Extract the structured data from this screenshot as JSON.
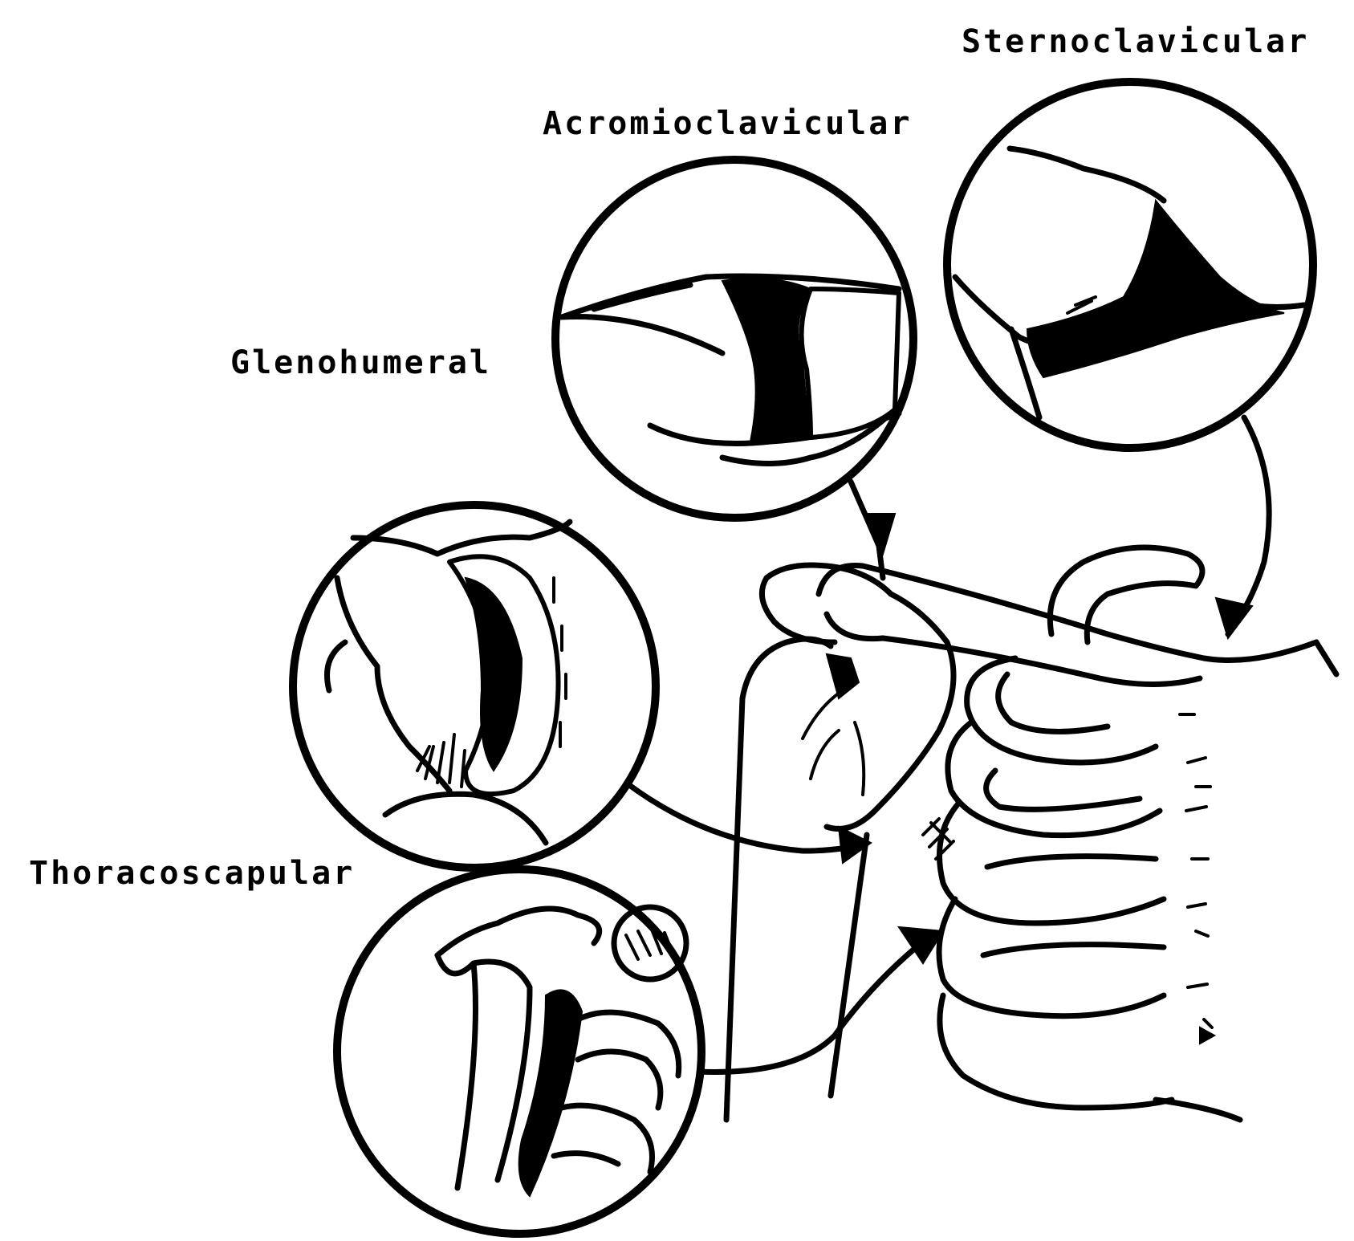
{
  "labels": {
    "sternoclavicular": "Sternoclavicular",
    "acromioclavicular": "Acromioclavicular",
    "glenohumeral": "Glenohumeral",
    "thoracoscapular": "Thoracoscapular"
  },
  "colors": {
    "ink": "#000000",
    "paper": "#ffffff"
  }
}
